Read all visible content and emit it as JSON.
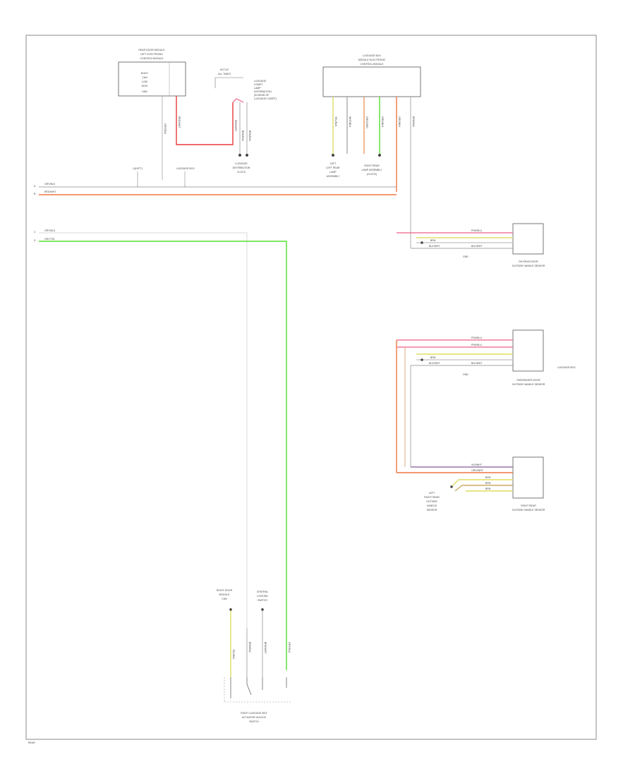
{
  "colors": {
    "frame": "#777777",
    "red": "#e83a3a",
    "pink": "#f07a9a",
    "orange": "#ee7744",
    "green": "#55dd33",
    "yellow": "#dddd66",
    "tan": "#ccaa66",
    "gray": "#888888",
    "lightgray": "#cccccc",
    "purple": "#9977aa"
  },
  "footer": {
    "code": "REAR"
  },
  "components": {
    "left_module": {
      "lines": [
        "REAR DOOR MODULE",
        "LEFT ELECTRONIC",
        "CONTROL MODULE"
      ],
      "inner": [
        "BODY",
        "CAN",
        "LOW",
        "HIGH",
        "GND"
      ]
    },
    "lamp_fuse": {
      "lines": [
        "HOT AT",
        "ALL TIMES"
      ],
      "side": [
        "LUGGAGE",
        "COMPT",
        "LAMP",
        "DISTRIBUTION",
        "(IN REAR OF",
        "LUGGAGE COMPT)"
      ]
    },
    "top_right_module": {
      "lines": [
        "LUGGAGE BOX",
        "MODULE ELECTRONIC",
        "CONTROL MODULE"
      ]
    },
    "luggage_dist": {
      "lines": [
        "LUGGAGE",
        "DISTRIBUTION",
        "CLOCK"
      ]
    },
    "ground_left": {
      "label": "G(LEFT)"
    },
    "ground_mid": {
      "label": "LUGGAGE BOX"
    },
    "lamp_left": {
      "lines": [
        "LEFT",
        "LEFT REAR",
        "LAMP",
        "ASSEMBLY"
      ]
    },
    "right_lamp": {
      "lines": [
        "RIGHT REAR",
        "LAMP ASSEMBLY",
        "(CLOCK)"
      ]
    },
    "sensor1": {
      "lines": [
        "RH REAR DOOR",
        "OUTSIDE HANDLE SENSOR"
      ],
      "gnd": "GND"
    },
    "sensor2": {
      "lines": [
        "PASSENGER DOOR",
        "OUTSIDE HANDLE SENSOR"
      ],
      "gnd": "GND",
      "side": "LUGGAGE BOX"
    },
    "sensor3": {
      "lines": [
        "RIGHT REAR",
        "OUTSIDE HANDLE SENSOR"
      ],
      "side": [
        "LEFT",
        "RIGHT REAR",
        "OUTSIDE",
        "HANDLE",
        "SENSOR"
      ]
    },
    "bottom_switch": {
      "top_left": [
        "RIGHT DOOR",
        "MODULE",
        "CAN"
      ],
      "top_right": [
        "CENTRAL",
        "LOCKING",
        "SWITCH"
      ],
      "lines": [
        "RIGHT LUGGAGE BOX",
        "ACTUATOR UNLOCK",
        "SWITCH"
      ]
    }
  },
  "left_bus": {
    "rows": [
      {
        "letter": "A",
        "label": "GRY/BLK"
      },
      {
        "letter": "B",
        "label": "RED/WHT"
      },
      {
        "letter": "C",
        "label": "GRY/BLU"
      },
      {
        "letter": "D",
        "label": "GRY/YEL"
      }
    ]
  },
  "wire_labels": {
    "lm1": "GRY/BLK",
    "lm2": "RED/WHT",
    "lf1": "RED/WHT",
    "lf2": "BRN/BLK",
    "lf3": "BRN/BLK",
    "tr": [
      "YEL/BLK",
      "WHT/BLK",
      "ORG/GRN",
      "GRN/BLK",
      "ORG/BLK",
      "BRN/BLK"
    ],
    "s1": [
      "PNK/BLU",
      "BRN",
      "BLK/WHT",
      "BLK/WHT"
    ],
    "s2": [
      "PNK/BLU",
      "PNK/BLU",
      "BRN",
      "BLK/WHT",
      "BLK/WHT"
    ],
    "s3": [
      "VIO/WHT",
      "ORG/WHT",
      "BRN",
      "BRN",
      "BRN"
    ],
    "bottom": [
      "YEL/BLK",
      "BRN/BLK",
      "BRN/WHT",
      "GRY/BLU"
    ]
  }
}
